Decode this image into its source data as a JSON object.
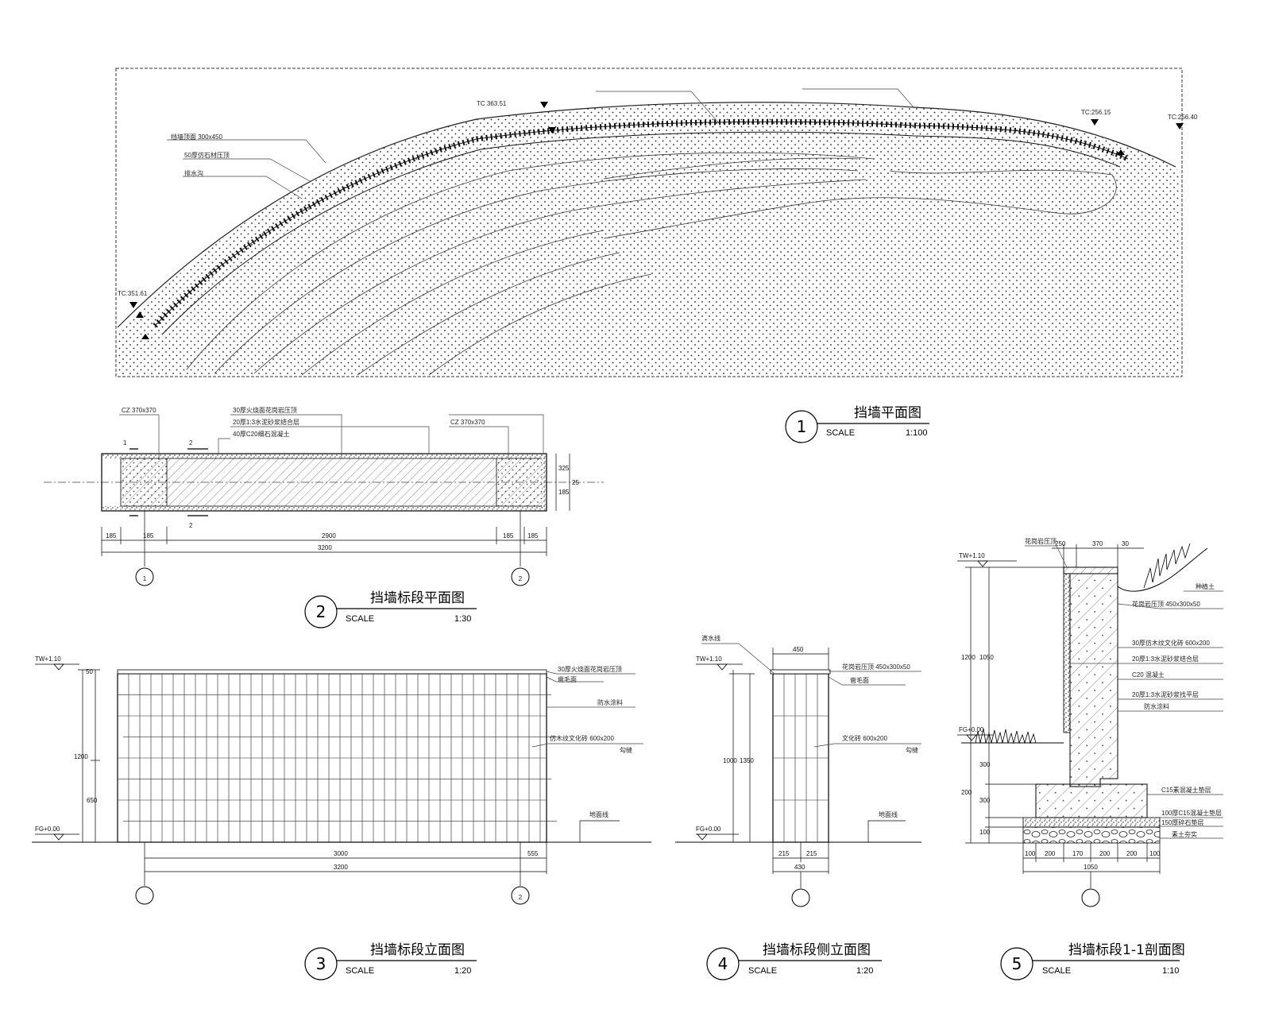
{
  "drawings": [
    {
      "number": "1",
      "title": "挡墙平面图",
      "scale_label": "SCALE",
      "scale_value": "1:100"
    },
    {
      "number": "2",
      "title": "挡墙标段平面图",
      "scale_label": "SCALE",
      "scale_value": "1:30"
    },
    {
      "number": "3",
      "title": "挡墙标段立面图",
      "scale_label": "SCALE",
      "scale_value": "1:20"
    },
    {
      "number": "4",
      "title": "挡墙标段侧立面图",
      "scale_label": "SCALE",
      "scale_value": "1:20"
    },
    {
      "number": "5",
      "title": "挡墙标段1-1剖面图",
      "scale_label": "SCALE",
      "scale_value": "1:10"
    }
  ],
  "plan": {
    "elevations": [
      "TC:351.61",
      "TC:256.15",
      "TC:256.40",
      "TC 363.51"
    ],
    "notes": [
      "挡墙顶面 300x450",
      "50厚仿石材压顶",
      "排水沟"
    ]
  },
  "segment_plan": {
    "axis_labels": [
      "1",
      "2"
    ],
    "section_marks": [
      "1",
      "2"
    ],
    "dimensions_top": [
      "185",
      "185",
      "2900",
      "185",
      "185"
    ],
    "overall": "3200",
    "side_dims": [
      "325",
      "185",
      "25"
    ],
    "notes": [
      "CZ 370x370",
      "30厚火烧面花岗岩压顶",
      "20厚1:3水泥砂浆结合层",
      "40厚C20细石混凝土",
      "CZ 370x370"
    ]
  },
  "elevation": {
    "top_level": "TW+1.10",
    "bottom_level": "FG+0.00",
    "height_dims": [
      "50",
      "1200",
      "650"
    ],
    "bottom_dims": [
      "3000",
      "555"
    ],
    "overall": "3200",
    "axis_labels": [
      "",
      "2"
    ],
    "notes": [
      "30厚火烧面花岗岩压顶",
      "凿毛面",
      "防水涂料",
      "仿木纹文化砖 600x200",
      "勾缝",
      "地面线"
    ]
  },
  "side_elevation": {
    "top_level": "TW+1.10",
    "bottom_level": "FG+0.00",
    "top_dim": "450",
    "height_dims": [
      "1000",
      "1350"
    ],
    "bottom_dims": [
      "215",
      "215"
    ],
    "overall": "430",
    "notes": [
      "滴水线",
      "花岗岩压顶 450x300x50",
      "凿毛面",
      "文化砖 600x200",
      "勾缝",
      "地面线"
    ]
  },
  "section": {
    "top_level": "TW+1.10",
    "ground_level": "FG+0.00",
    "top_dims": [
      "250",
      "370",
      "30"
    ],
    "height_dims": [
      "1200",
      "1050",
      "300",
      "300",
      "200",
      "100"
    ],
    "bottom_dims": [
      "100",
      "200",
      "170",
      "200",
      "200",
      "100"
    ],
    "overall": "1050",
    "notes": [
      "花岗岩压顶",
      "种植土",
      "花岗岩压顶 450x300x50",
      "30厚仿木纹文化砖 600x200",
      "20厚1:3水泥砂浆结合层",
      "C20 混凝土",
      "20厚1:3水泥砂浆找平层",
      "防水涂料",
      "C15素混凝土垫层",
      "100厚C15混凝土垫层",
      "150厚碎石垫层",
      "素土夯实"
    ]
  }
}
